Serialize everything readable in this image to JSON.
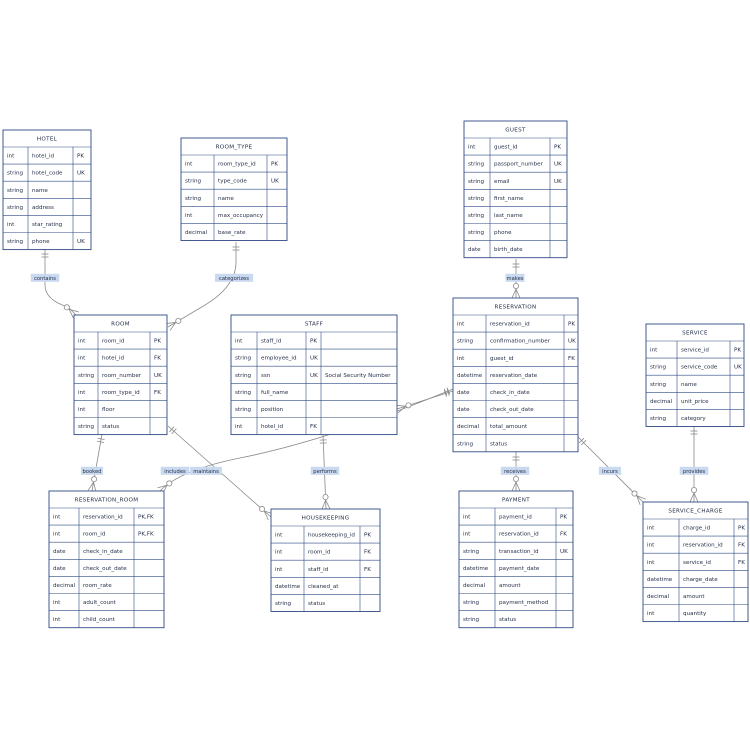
{
  "entities": [
    {
      "id": "hotel",
      "title": "HOTEL",
      "rows": [
        [
          "int",
          "hotel_id",
          "PK",
          ""
        ],
        [
          "string",
          "hotel_code",
          "UK",
          ""
        ],
        [
          "string",
          "name",
          "",
          ""
        ],
        [
          "string",
          "address",
          "",
          ""
        ],
        [
          "int",
          "star_rating",
          "",
          ""
        ],
        [
          "string",
          "phone",
          "UK",
          ""
        ]
      ]
    },
    {
      "id": "room_type",
      "title": "ROOM_TYPE",
      "rows": [
        [
          "int",
          "room_type_id",
          "PK",
          ""
        ],
        [
          "string",
          "type_code",
          "UK",
          ""
        ],
        [
          "string",
          "name",
          "",
          ""
        ],
        [
          "int",
          "max_occupancy",
          "",
          ""
        ],
        [
          "decimal",
          "base_rate",
          "",
          ""
        ]
      ]
    },
    {
      "id": "guest",
      "title": "GUEST",
      "rows": [
        [
          "int",
          "guest_id",
          "PK",
          ""
        ],
        [
          "string",
          "passport_number",
          "UK",
          ""
        ],
        [
          "string",
          "email",
          "UK",
          ""
        ],
        [
          "string",
          "first_name",
          "",
          ""
        ],
        [
          "string",
          "last_name",
          "",
          ""
        ],
        [
          "string",
          "phone",
          "",
          ""
        ],
        [
          "date",
          "birth_date",
          "",
          ""
        ]
      ]
    },
    {
      "id": "room",
      "title": "ROOM",
      "rows": [
        [
          "int",
          "room_id",
          "PK",
          ""
        ],
        [
          "int",
          "hotel_id",
          "FK",
          ""
        ],
        [
          "string",
          "room_number",
          "UK",
          ""
        ],
        [
          "int",
          "room_type_id",
          "FK",
          ""
        ],
        [
          "int",
          "floor",
          "",
          ""
        ],
        [
          "string",
          "status",
          "",
          ""
        ]
      ]
    },
    {
      "id": "staff",
      "title": "STAFF",
      "rows": [
        [
          "int",
          "staff_id",
          "PK",
          ""
        ],
        [
          "string",
          "employee_id",
          "UK",
          ""
        ],
        [
          "string",
          "ssn",
          "UK",
          "Social Security Number"
        ],
        [
          "string",
          "full_name",
          "",
          ""
        ],
        [
          "string",
          "position",
          "",
          ""
        ],
        [
          "int",
          "hotel_id",
          "FK",
          ""
        ]
      ]
    },
    {
      "id": "reservation",
      "title": "RESERVATION",
      "rows": [
        [
          "int",
          "reservation_id",
          "PK",
          ""
        ],
        [
          "string",
          "confirmation_number",
          "UK",
          ""
        ],
        [
          "int",
          "guest_id",
          "FK",
          ""
        ],
        [
          "datetime",
          "reservation_date",
          "",
          ""
        ],
        [
          "date",
          "check_in_date",
          "",
          ""
        ],
        [
          "date",
          "check_out_date",
          "",
          ""
        ],
        [
          "decimal",
          "total_amount",
          "",
          ""
        ],
        [
          "string",
          "status",
          "",
          ""
        ]
      ]
    },
    {
      "id": "service",
      "title": "SERVICE",
      "rows": [
        [
          "int",
          "service_id",
          "PK",
          ""
        ],
        [
          "string",
          "service_code",
          "UK",
          ""
        ],
        [
          "string",
          "name",
          "",
          ""
        ],
        [
          "decimal",
          "unit_price",
          "",
          ""
        ],
        [
          "string",
          "category",
          "",
          ""
        ]
      ]
    },
    {
      "id": "reservation_room",
      "title": "RESERVATION_ROOM",
      "rows": [
        [
          "int",
          "reservation_id",
          "PK,FK",
          ""
        ],
        [
          "int",
          "room_id",
          "PK,FK",
          ""
        ],
        [
          "date",
          "check_in_date",
          "",
          ""
        ],
        [
          "date",
          "check_out_date",
          "",
          ""
        ],
        [
          "decimal",
          "room_rate",
          "",
          ""
        ],
        [
          "int",
          "adult_count",
          "",
          ""
        ],
        [
          "int",
          "child_count",
          "",
          ""
        ]
      ]
    },
    {
      "id": "housekeeping",
      "title": "HOUSEKEEPING",
      "rows": [
        [
          "int",
          "housekeeping_id",
          "PK",
          ""
        ],
        [
          "int",
          "room_id",
          "FK",
          ""
        ],
        [
          "int",
          "staff_id",
          "FK",
          ""
        ],
        [
          "datetime",
          "cleaned_at",
          "",
          ""
        ],
        [
          "string",
          "status",
          "",
          ""
        ]
      ]
    },
    {
      "id": "payment",
      "title": "PAYMENT",
      "rows": [
        [
          "int",
          "payment_id",
          "PK",
          ""
        ],
        [
          "int",
          "reservation_id",
          "FK",
          ""
        ],
        [
          "string",
          "transaction_id",
          "UK",
          ""
        ],
        [
          "datetime",
          "payment_date",
          "",
          ""
        ],
        [
          "decimal",
          "amount",
          "",
          ""
        ],
        [
          "string",
          "payment_method",
          "",
          ""
        ],
        [
          "string",
          "status",
          "",
          ""
        ]
      ]
    },
    {
      "id": "service_charge",
      "title": "SERVICE_CHARGE",
      "rows": [
        [
          "int",
          "charge_id",
          "PK",
          ""
        ],
        [
          "int",
          "reservation_id",
          "FK",
          ""
        ],
        [
          "int",
          "service_id",
          "FK",
          ""
        ],
        [
          "datetime",
          "charge_date",
          "",
          ""
        ],
        [
          "decimal",
          "amount",
          "",
          ""
        ],
        [
          "int",
          "quantity",
          "",
          ""
        ]
      ]
    }
  ],
  "relationships": [
    {
      "id": "contains",
      "label": "contains"
    },
    {
      "id": "categorizes",
      "label": "categorizes"
    },
    {
      "id": "makes",
      "label": "makes"
    },
    {
      "id": "booked",
      "label": "booked"
    },
    {
      "id": "includes",
      "label": "includes"
    },
    {
      "id": "maintains",
      "label": "maintains"
    },
    {
      "id": "performs",
      "label": "performs"
    },
    {
      "id": "receives",
      "label": "receives"
    },
    {
      "id": "incurs",
      "label": "incurs"
    },
    {
      "id": "provides",
      "label": "provides"
    },
    {
      "id": "employs",
      "label": ""
    }
  ],
  "colors": {
    "border": "#2f4a86",
    "line": "#8a8a8a",
    "label_bg": "#c9d9ef",
    "text": "#1f2a44"
  }
}
